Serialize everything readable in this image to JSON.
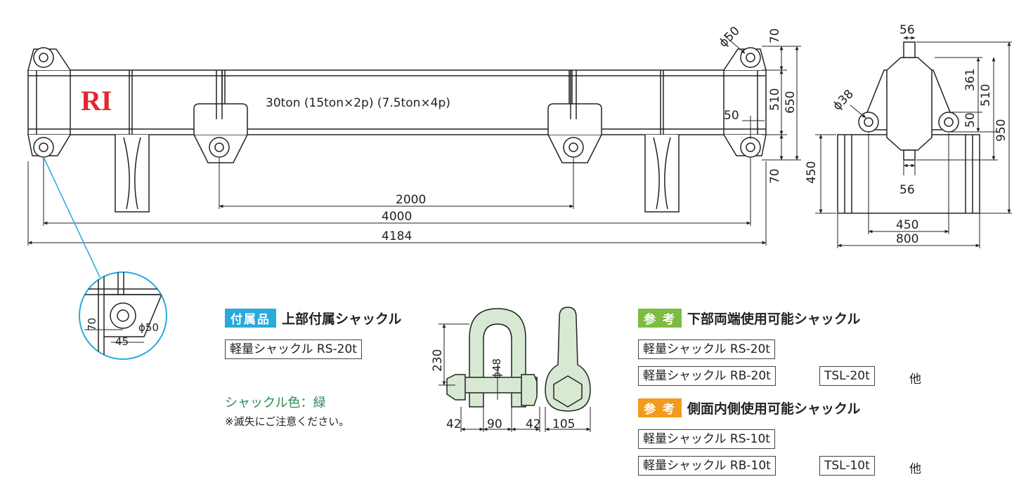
{
  "beam": {
    "logo": "RI",
    "capacity": "30ton (15ton×2p) (7.5ton×4p)"
  },
  "front_dims": {
    "d2000": "2000",
    "d4000": "4000",
    "d4184": "4184",
    "phi50": "ϕ50",
    "d70_top": "70",
    "d510": "510",
    "d650": "650",
    "d50": "50",
    "d70_bottom": "70"
  },
  "side_dims": {
    "d56_top": "56",
    "phi38": "ϕ38",
    "d361": "361",
    "d510": "510",
    "d50": "50",
    "d950": "950",
    "d450_height": "450",
    "d56_bottom": "56",
    "d450_width": "450",
    "d800": "800"
  },
  "detail_dims": {
    "d70": "70",
    "d45": "45",
    "phi50": "ϕ50"
  },
  "shackle_dims": {
    "d230": "230",
    "phi48": "ϕ48",
    "d42_left": "42",
    "d90": "90",
    "d42_right": "42",
    "d105": "105"
  },
  "accessory": {
    "tag": "付属品",
    "title": "上部付属シャックル",
    "item": "軽量シャックル RS-20t",
    "color_note": "シャックル色：緑",
    "loss_note": "※滅失にご注意ください。"
  },
  "reference_bottom": {
    "tag": "参 考",
    "title": "下部両端使用可能シャックル",
    "item1": "軽量シャックル RS-20t",
    "item2": "軽量シャックル RB-20t",
    "item3": "TSL-20t",
    "other": "他"
  },
  "reference_side": {
    "tag": "参 考",
    "title": "側面内側使用可能シャックル",
    "item1": "軽量シャックル RS-10t",
    "item2": "軽量シャックル RB-10t",
    "item3": "TSL-10t",
    "other": "他"
  },
  "colors": {
    "accessory_tag": "#29a9dc",
    "reference_bottom_tag": "#7dbb42",
    "reference_side_tag": "#f39a1e",
    "note_green": "#2e8b57",
    "shackle_fill": "#d7e8d3",
    "logo_red": "#e0282e"
  }
}
